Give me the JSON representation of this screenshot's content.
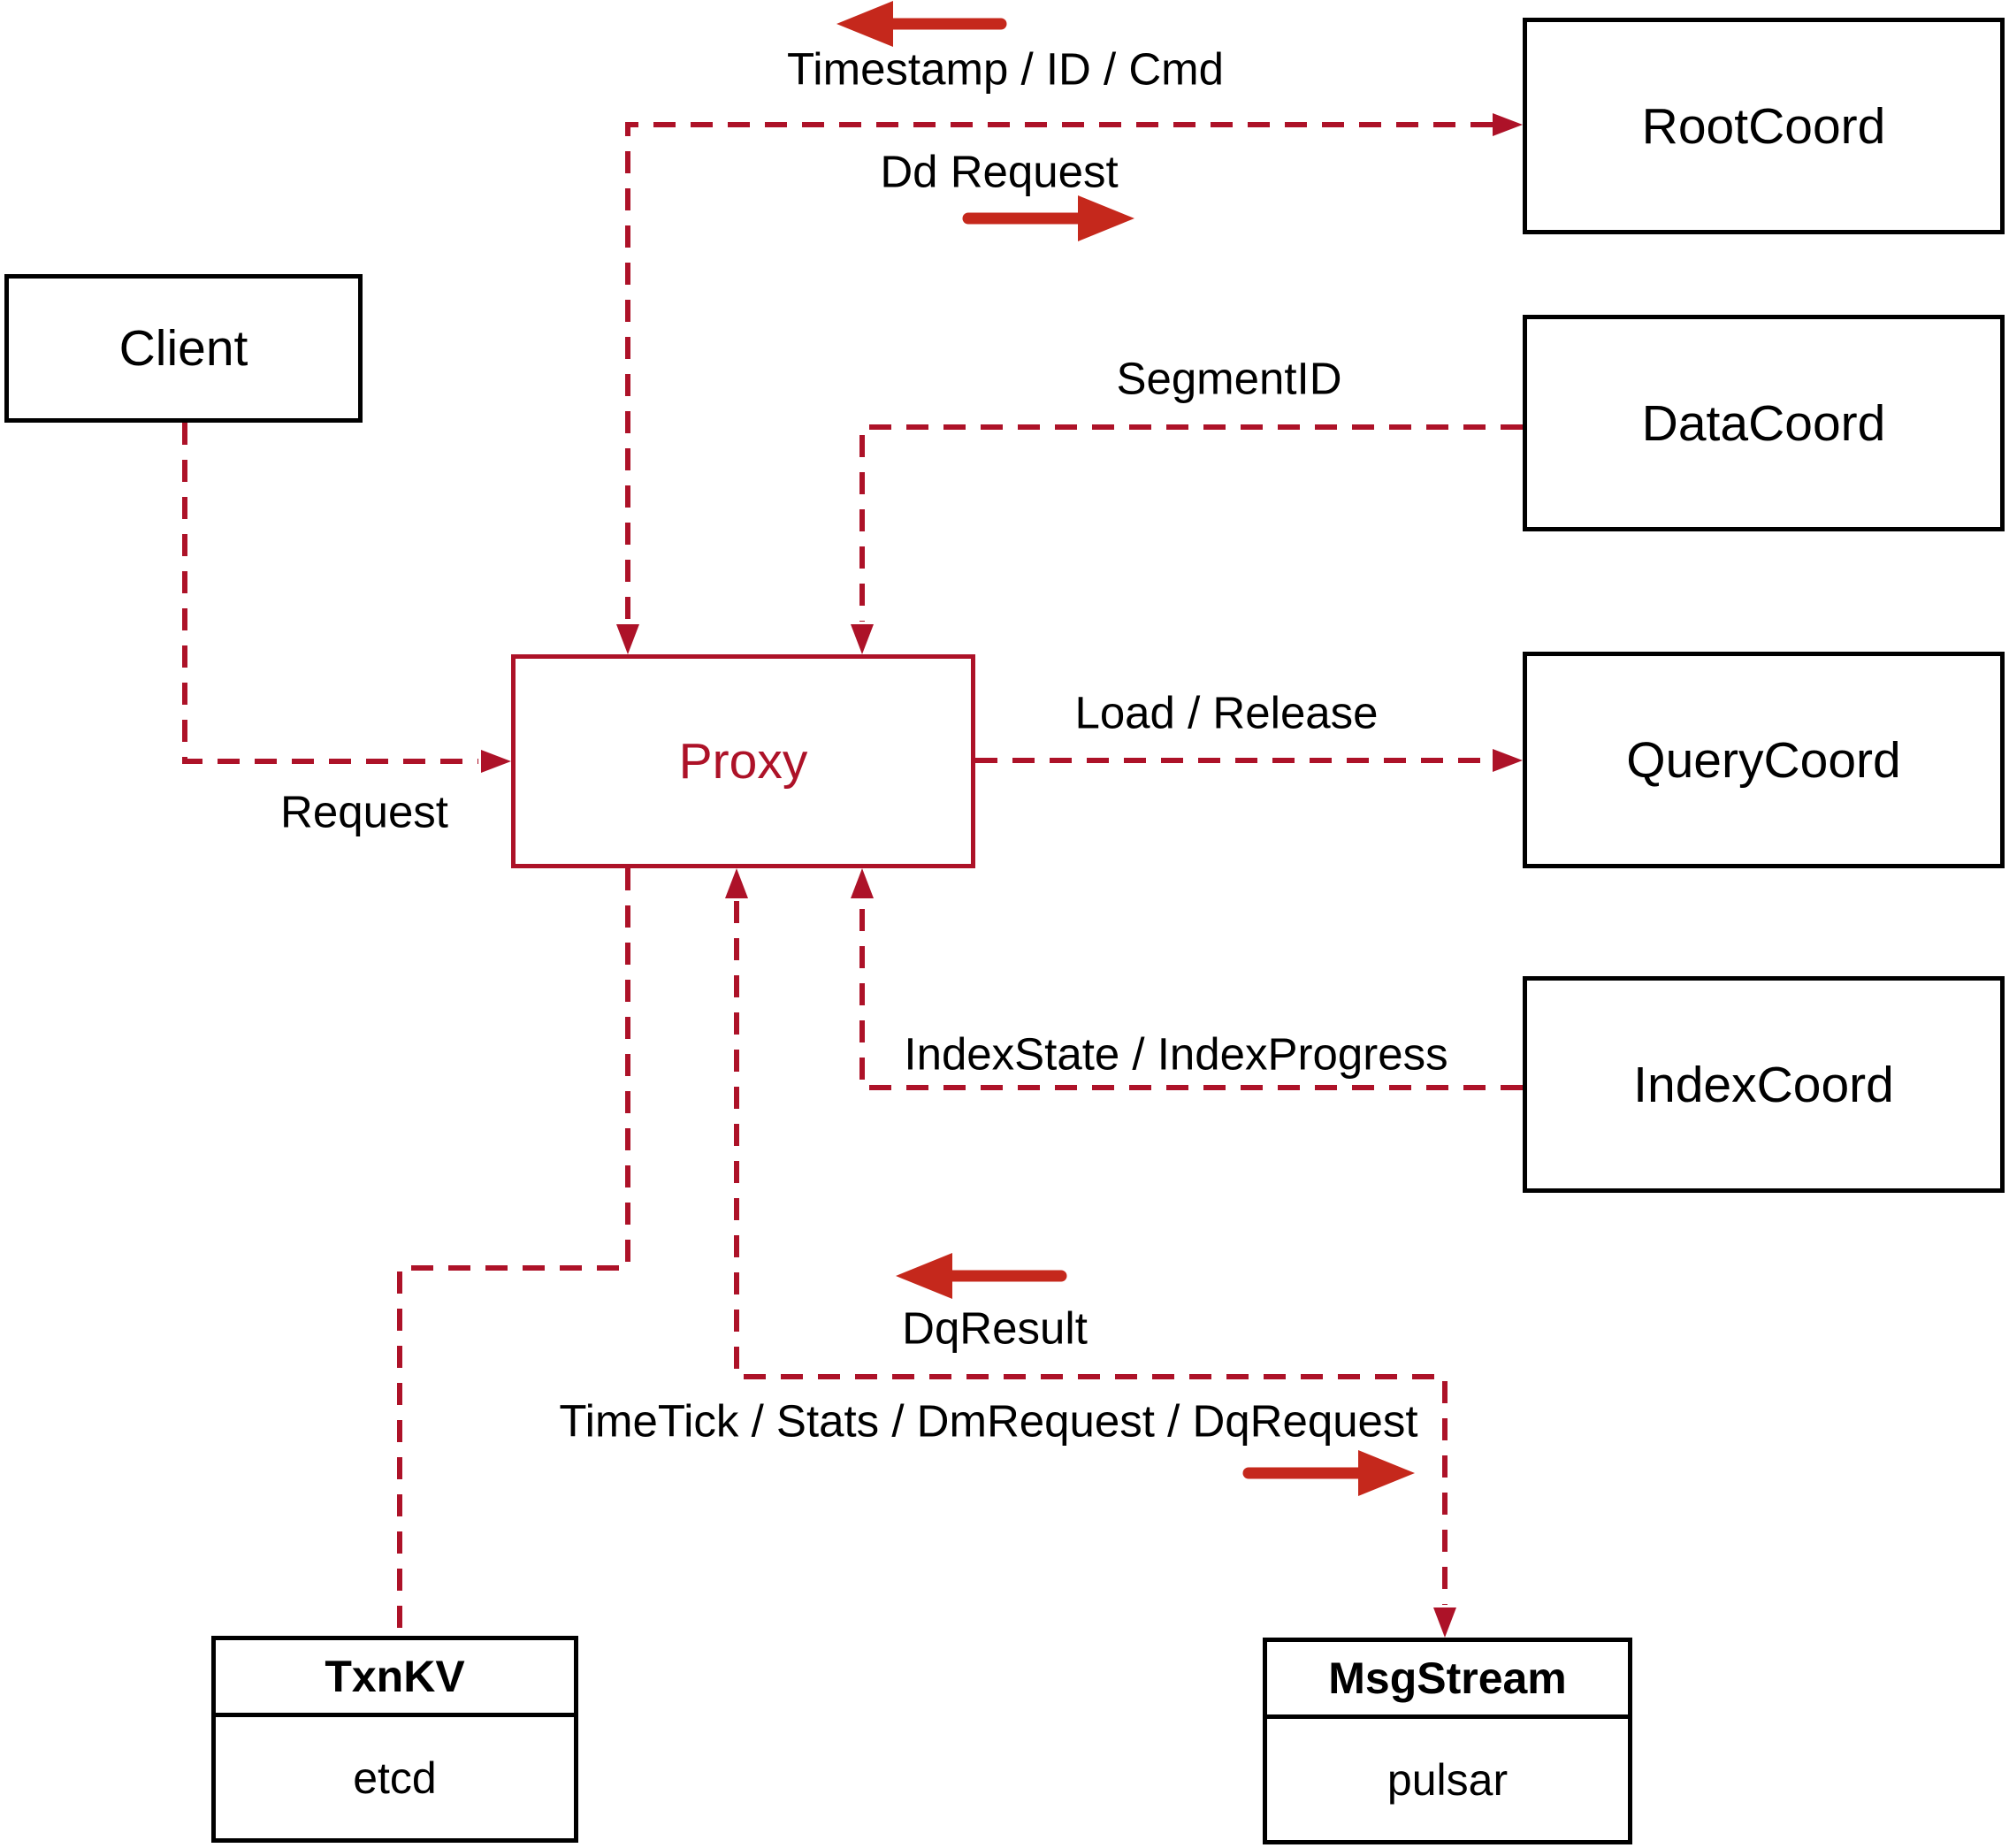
{
  "colors": {
    "line_red": "#ad1228",
    "arrow_red": "#c5281c",
    "box_border": "#000000",
    "text": "#000000",
    "background": "#ffffff"
  },
  "nodes": {
    "client": {
      "label": "Client"
    },
    "proxy": {
      "label": "Proxy"
    },
    "root_coord": {
      "label": "RootCoord"
    },
    "data_coord": {
      "label": "DataCoord"
    },
    "query_coord": {
      "label": "QueryCoord"
    },
    "index_coord": {
      "label": "IndexCoord"
    },
    "txn_kv": {
      "title": "TxnKV",
      "impl": "etcd"
    },
    "msg_stream": {
      "title": "MsgStream",
      "impl": "pulsar"
    }
  },
  "edge_labels": {
    "timestamp": "Timestamp / ID / Cmd",
    "dd_request": "Dd Request",
    "segment_id": "SegmentID",
    "load_release": "Load / Release",
    "index_state": "IndexState / IndexProgress",
    "dq_result": "DqResult",
    "time_tick": "TimeTick / Stats / DmRequest / DqRequest",
    "request": "Request"
  }
}
